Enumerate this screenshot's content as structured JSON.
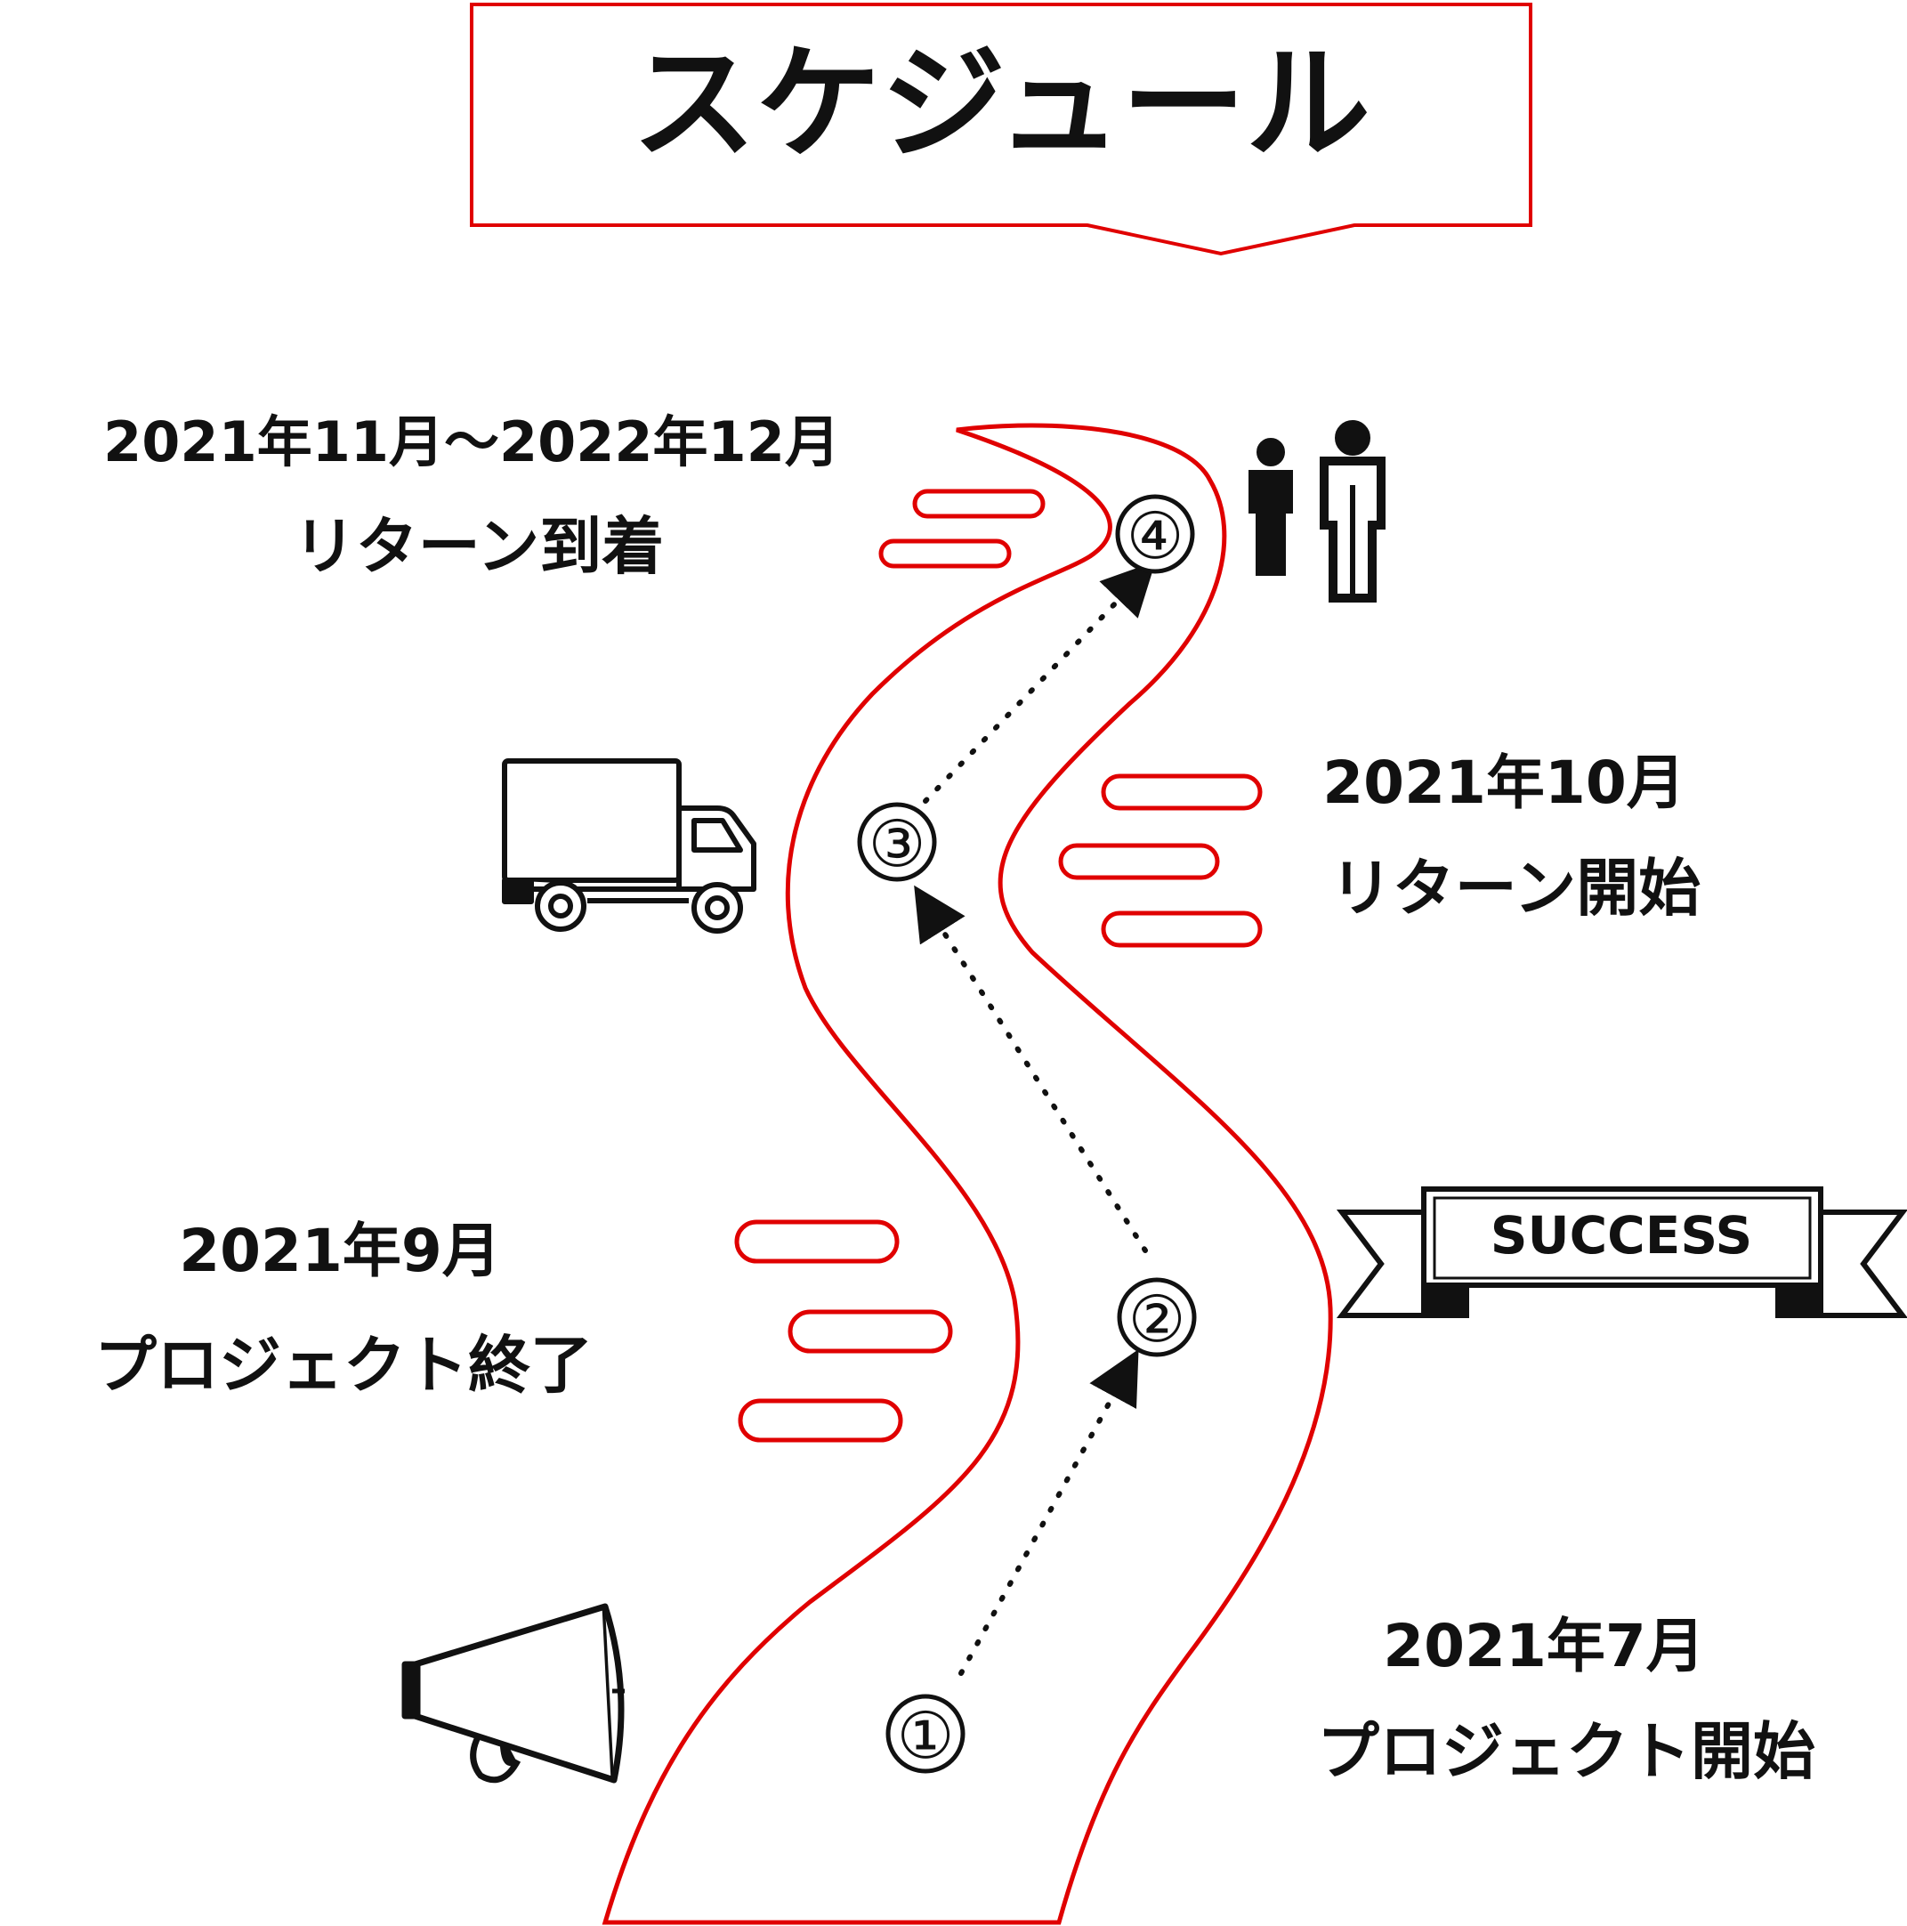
{
  "title": "スケジュール",
  "banner": {
    "text": "SUCCESS"
  },
  "milestones": [
    {
      "num": "①",
      "date": "2021年7月",
      "label": "プロジェクト開始"
    },
    {
      "num": "②",
      "date": "2021年9月",
      "label": "プロジェクト終了"
    },
    {
      "num": "③",
      "date": "2021年10月",
      "label": "リターン開始"
    },
    {
      "num": "④",
      "date": "2021年11月～2022年12月",
      "label": "リターン到着"
    }
  ],
  "icons": [
    "megaphone-icon",
    "truck-icon",
    "people-icon",
    "success-ribbon-icon"
  ],
  "colors": {
    "accent": "#e00000",
    "ink": "#111111",
    "background": "#ffffff"
  }
}
